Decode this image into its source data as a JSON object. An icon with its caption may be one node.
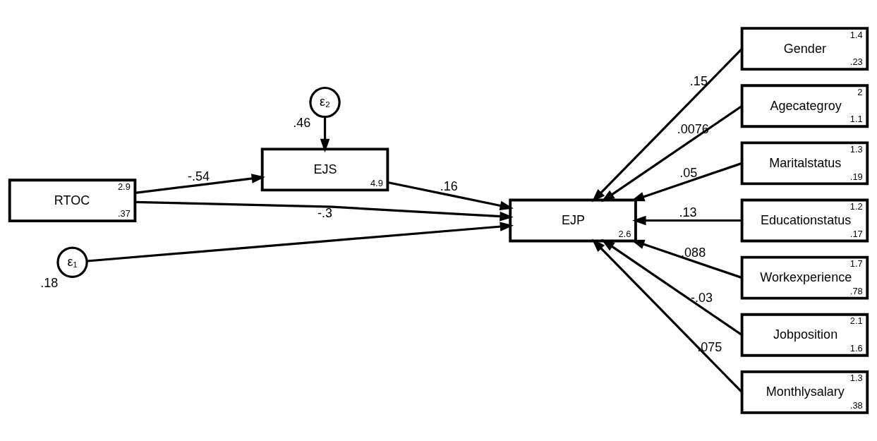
{
  "diagram": {
    "nodes": [
      {
        "text": [
          "ε₂"
        ],
        "beside": [
          ".46"
        ]
      },
      {
        "text": [
          "EJS",
          "4.9"
        ]
      },
      {
        "text": [
          "2.9",
          "RTOC",
          ".37"
        ]
      },
      {
        "text": [
          "ε₁"
        ],
        "beside": [
          ".18"
        ]
      },
      {
        "text": [
          "EJP",
          "2.6"
        ]
      },
      {
        "text": [
          "1.4",
          "Gender",
          ".23"
        ]
      },
      {
        "text": [
          "2",
          "Agecategroy",
          "1.1"
        ]
      },
      {
        "text": [
          "1.3",
          "Maritalstatus",
          ".19"
        ]
      },
      {
        "text": [
          "1.2",
          "Educationstatus",
          ".17"
        ]
      },
      {
        "text": [
          "1.7",
          "Workexperience",
          ".78"
        ]
      },
      {
        "text": [
          "2.1",
          "Jobposition",
          "1.6"
        ]
      },
      {
        "text": [
          "1.3",
          "Monthlysalary",
          ".38"
        ]
      }
    ],
    "edges": [
      {
        "from": 0,
        "to": 1,
        "arrow": "to"
      },
      {
        "from": 2,
        "to": 1,
        "arrow": "to",
        "label": "-.54"
      },
      {
        "from": 1,
        "to": 4,
        "arrow": "to",
        "label": ".16"
      },
      {
        "from": 2,
        "to": 4,
        "arrow": "to",
        "label": "-.3"
      },
      {
        "from": 3,
        "to": 4,
        "arrow": "to"
      },
      {
        "from": 5,
        "to": 4,
        "arrow": "to",
        "label": ".15"
      },
      {
        "from": 6,
        "to": 4,
        "arrow": "to",
        "label": ".0076"
      },
      {
        "from": 7,
        "to": 4,
        "arrow": "to",
        "label": ".05"
      },
      {
        "from": 8,
        "to": 4,
        "arrow": "to",
        "label": ".13"
      },
      {
        "from": 9,
        "to": 4,
        "arrow": "to",
        "label": ".088"
      },
      {
        "from": 10,
        "to": 4,
        "arrow": "to",
        "label": "-.03"
      },
      {
        "from": 11,
        "to": 4,
        "arrow": "to",
        "label": ".075"
      }
    ]
  }
}
